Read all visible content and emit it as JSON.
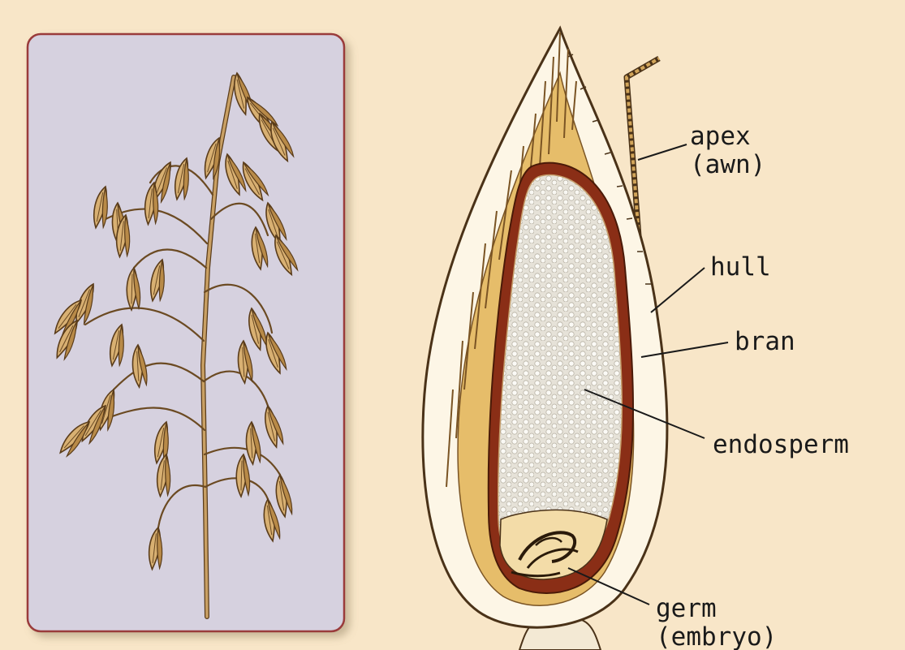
{
  "labels": {
    "apex": "apex",
    "awn": "(awn)",
    "hull": "hull",
    "bran": "bran",
    "endosperm": "endosperm",
    "germ": "germ",
    "embryo": "(embryo)"
  },
  "colors": {
    "background": "#f8e6c8",
    "panel": "#d6d1df",
    "panel_border": "#9a3a3a",
    "plant": "#c9a064",
    "plant_dark": "#6b4a22",
    "hull": "#fdf6e6",
    "hull_outline": "#4a3218",
    "bran": "#8a2e16",
    "endosperm": "#e8e4da",
    "germ": "#f3dca8",
    "hull_inner": "#e6bd6a"
  }
}
